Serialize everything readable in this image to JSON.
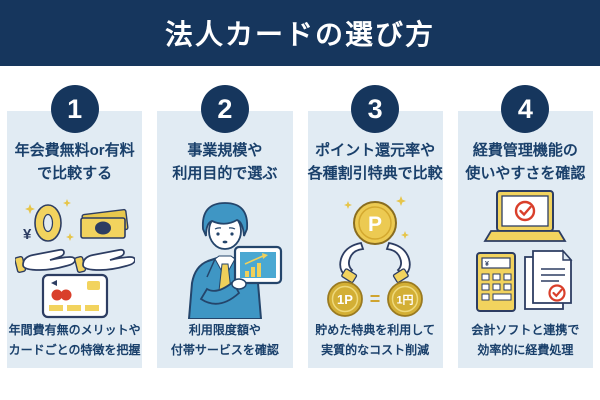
{
  "header": {
    "title": "法人カードの選び方"
  },
  "steps": [
    {
      "number": "1",
      "title": [
        "年会費無料or有料",
        "で比較する"
      ],
      "caption": [
        "年間費有無のメリットや",
        "カードごとの特徴を把握"
      ],
      "illustration": "hands-offering-zero-yen-and-banknote-with-credit-card"
    },
    {
      "number": "2",
      "title": [
        "事業規模や",
        "利用目的で選ぶ"
      ],
      "caption": [
        "利用限度額や",
        "付帯サービスを確認"
      ],
      "illustration": "businessman-presenting-tablet-with-growth-chart"
    },
    {
      "number": "3",
      "title": [
        "ポイント還元率や",
        "各種割引特典で比較"
      ],
      "caption": [
        "貯めた特典を利用して",
        "実質的なコスト削減"
      ],
      "illustration": "hands-holding-point-coin-1p-equals-1yen"
    },
    {
      "number": "4",
      "title": [
        "経費管理機能の",
        "使いやすさを確認"
      ],
      "caption": [
        "会計ソフトと連携で",
        "効率的に経費処理"
      ],
      "illustration": "laptop-checkmark-calculator-documents"
    }
  ],
  "illustration_text": {
    "yen_symbol": "¥",
    "zero": "0",
    "point_letter": "P",
    "one_point": "1P",
    "one_yen": "1円",
    "equals": "=",
    "calc_display_yen": "¥"
  },
  "colors": {
    "header_bg": "#16365d",
    "panel_bg": "#e1ebf3",
    "text_navy": "#1a406b",
    "outline_navy": "#2d3d62",
    "yellow": "#f2d35e",
    "gold": "#d3af35",
    "red": "#d93f2b",
    "illustration_blue": "#3f96c4",
    "screen_blue": "#4aa8d2"
  }
}
